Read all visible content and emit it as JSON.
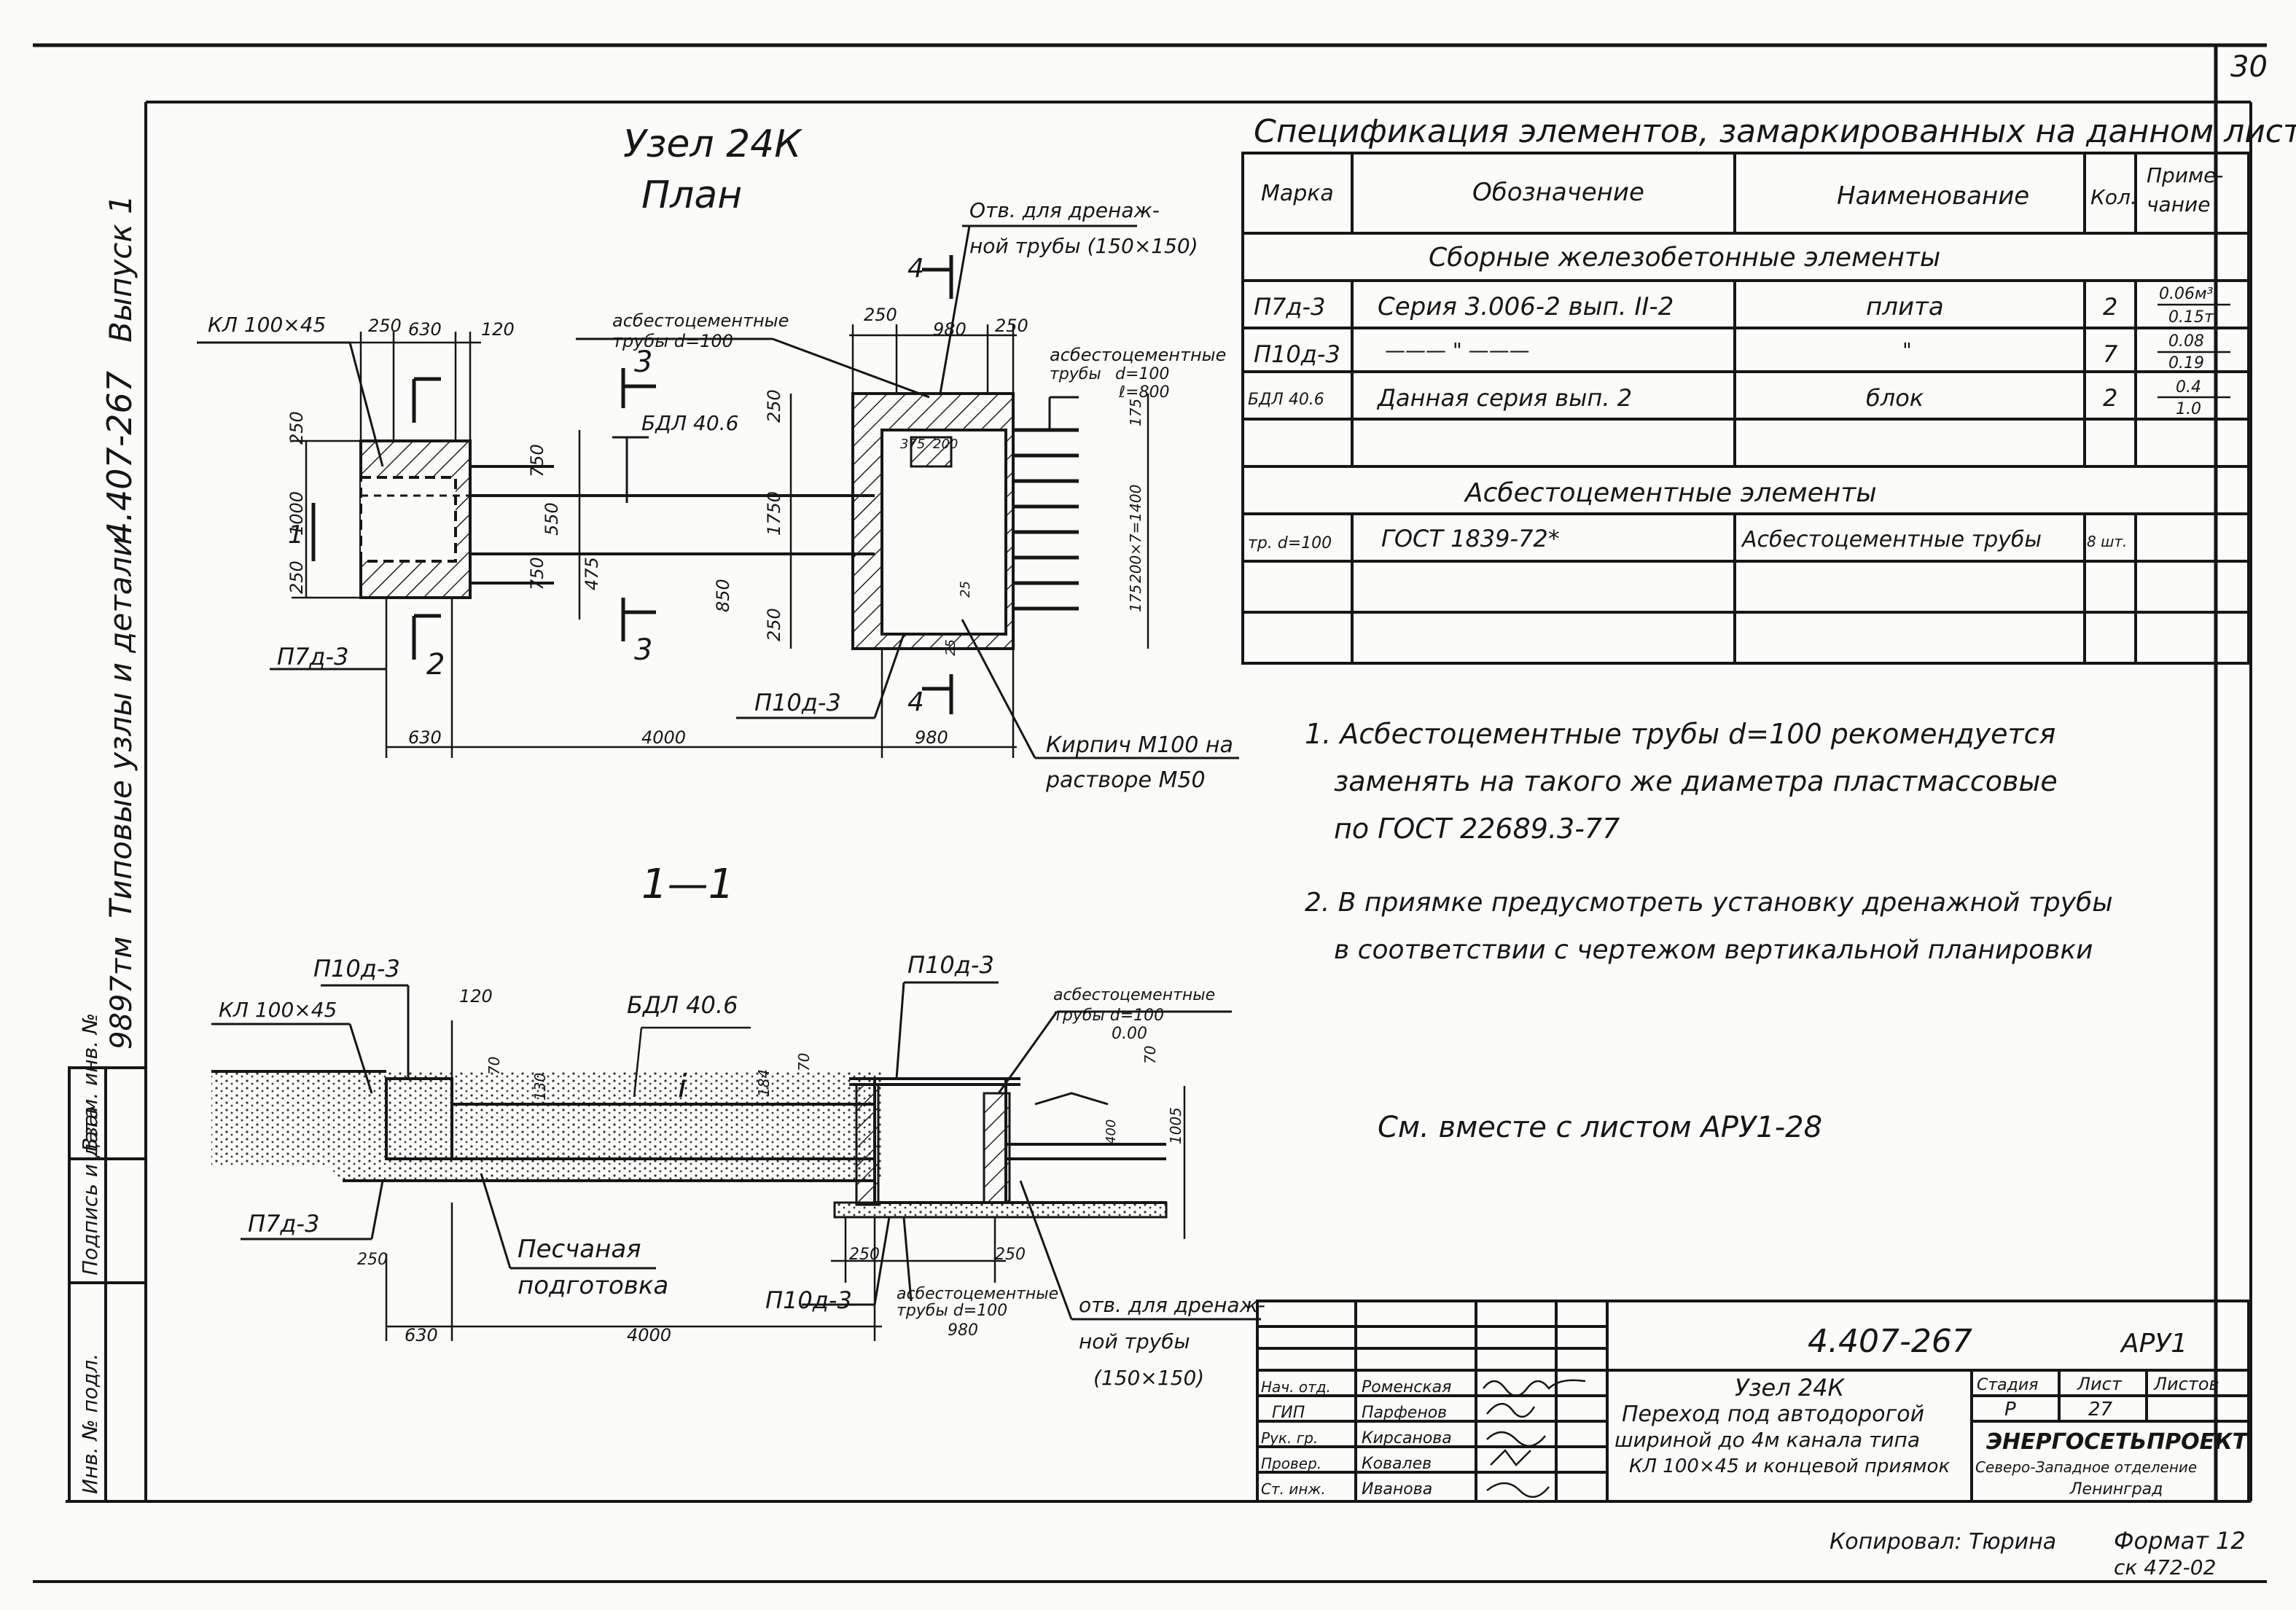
{
  "page_number": "30",
  "side_stamp": {
    "doc_code": "4.407-267",
    "issue": "Выпуск 1",
    "series": "Типовые узлы и детали",
    "inv": "9897тм"
  },
  "left_strip": {
    "b1": "Взам. инв. №",
    "b2": "Подпись и дата",
    "b3": "Инв. № подл."
  },
  "plan": {
    "title": "Узел 24К",
    "subtitle": "План",
    "labels": {
      "kl": "КЛ 100×45",
      "bdl": "БДЛ 40.6",
      "p7": "П7д-3",
      "p10": "П10д-3",
      "asb1_a": "асбестоцементные",
      "asb1_b": "трубы d=100",
      "asb2_a": "асбестоцементные",
      "asb2_b": "трубы",
      "asb2_d": "d=100",
      "asb2_l": "ℓ=800",
      "drain_a": "Отв. для дренаж-",
      "drain_b": "ной трубы (150×150)",
      "brick_a": "Кирпич М100 на",
      "brick_b": "растворе М50",
      "cut1": "1",
      "cut2": "2",
      "cut3a": "3",
      "cut3b": "3",
      "cut4a": "4",
      "cut4b": "4"
    },
    "dims": {
      "d250a": "250",
      "d630": "630",
      "d120": "120",
      "d250b": "250",
      "d980": "980",
      "d250c": "250",
      "dv250a": "250",
      "dv1000": "1000",
      "dv250b": "250",
      "dv750a": "750",
      "dv550": "550",
      "dv750b": "750",
      "dv475": "475",
      "dv250c": "250",
      "dv1750": "1750",
      "dv850": "850",
      "dv250d": "250",
      "d375": "375",
      "d200": "200",
      "d25a": "25",
      "d25b": "25",
      "d175a": "175",
      "dseq": "200×7=1400",
      "d175b": "175",
      "bot630": "630",
      "bot4000": "4000",
      "bot980": "980"
    }
  },
  "section": {
    "title": "1—1",
    "labels": {
      "kl": "КЛ 100×45",
      "bdl": "БДЛ 40.6",
      "p10a": "П10д-3",
      "p10b": "П10д-3",
      "p10c": "П10д-3",
      "p7": "П7д-3",
      "asb_a": "асбестоцементные",
      "asb_b": "трубы d=100",
      "asb_c": "0.00",
      "asb2_a": "асбестоцементные",
      "asb2_b": "трубы d=100",
      "asb2_c": "980",
      "slope": "i",
      "sand_a": "Песчаная",
      "sand_b": "подготовка",
      "drain_a": "отв. для дренаж-",
      "drain_b": "ной трубы",
      "drain_c": "(150×150)"
    },
    "dims": {
      "d120": "120",
      "d70a": "70",
      "d130": "130",
      "d184": "184",
      "d70b": "70",
      "d70c": "70",
      "d1005": "1005",
      "d400": "400",
      "d250a": "250",
      "d250b": "250",
      "d250c": "250",
      "bot630": "630",
      "bot4000": "4000"
    }
  },
  "spec": {
    "title": "Спецификация элементов, замаркированных на данном листе",
    "headers": [
      "Марка",
      "Обозначение",
      "Наименование",
      "Кол.",
      "Приме-",
      "чание"
    ],
    "group1": "Сборные железобетонные элементы",
    "rows1": [
      {
        "mark": "П7д-3",
        "desig": "Серия 3.006-2 вып. II-2",
        "name": "плита",
        "qty": "2",
        "n1": "0.06м³",
        "n2": "0.15т"
      },
      {
        "mark": "П10д-3",
        "desig": "——— \" ———",
        "name": "\"",
        "qty": "7",
        "n1": "0.08",
        "n2": "0.19"
      },
      {
        "mark": "БДЛ 40.6",
        "desig": "Данная серия вып. 2",
        "name": "блок",
        "qty": "2",
        "n1": "0.4",
        "n2": "1.0"
      }
    ],
    "group2": "Асбестоцементные элементы",
    "rows2": [
      {
        "mark": "тр. d=100",
        "desig": "ГОСТ 1839-72*",
        "name": "Асбестоцементные трубы",
        "qty": "8 шт."
      }
    ]
  },
  "notes": {
    "n1a": "1. Асбестоцементные трубы d=100 рекомендуется",
    "n1b": "заменять на такого же диаметра пластмассовые",
    "n1c": "по ГОСТ 22689.3-77",
    "n2a": "2. В приямке предусмотреть установку дренажной трубы",
    "n2b": "в соответствии с чертежом вертикальной планировки",
    "see": "См. вместе с листом АРУ1-28"
  },
  "title_block": {
    "doc": "4.407-267",
    "sheet_code": "АРУ1",
    "roles": [
      "Нач. отд.",
      "ГИП",
      "Рук. гр.",
      "Провер.",
      "Ст. инж."
    ],
    "names": [
      "Роменская",
      "Парфенов",
      "Кирсанова",
      "Ковалев",
      "Иванова"
    ],
    "t1": "Узел 24К",
    "t2": "Переход под автодорогой",
    "t3": "шириной до 4м канала типа",
    "t4": "КЛ 100×45 и концевой приямок",
    "stage_h": "Стадия",
    "sheet_h": "Лист",
    "sheets_h": "Листов",
    "stage": "Р",
    "sheet": "27",
    "org1": "ЭНЕРГОСЕТЬПРОЕКТ",
    "org2": "Северо-Западное отделение",
    "org3": "Ленинград"
  },
  "footer": {
    "copied": "Копировал: Тюрина",
    "format": "Формат 12",
    "code": "ск 472-02"
  }
}
